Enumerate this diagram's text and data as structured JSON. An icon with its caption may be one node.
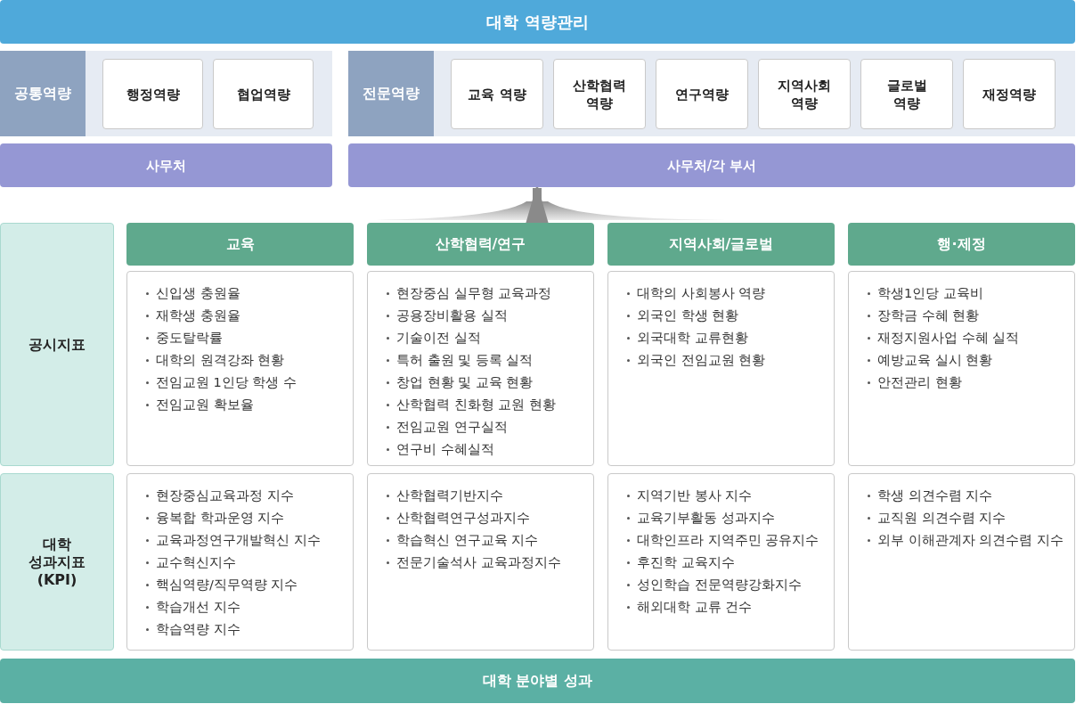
{
  "diagram": {
    "nodes": [
      {
        "text": [
          "대학 역량관리"
        ]
      },
      {
        "text": [
          "공통역량"
        ]
      },
      {
        "text": [
          "행정역량"
        ],
        "in": 1
      },
      {
        "text": [
          "협업역량"
        ],
        "in": 1
      },
      {
        "text": [
          "전문역량"
        ]
      },
      {
        "text": [
          "교육 역량"
        ],
        "in": 4
      },
      {
        "text": [
          "산학협력 역량"
        ],
        "in": 4
      },
      {
        "text": [
          "연구역량"
        ],
        "in": 4
      },
      {
        "text": [
          "지역사회 역량"
        ],
        "in": 4
      },
      {
        "text": [
          "글로벌 역량"
        ],
        "in": 4
      },
      {
        "text": [
          "재정역량"
        ],
        "in": 4
      },
      {
        "text": [
          "사무처"
        ]
      },
      {
        "text": [
          "사무처/각 부서"
        ]
      },
      {
        "text": [
          "공시지표"
        ]
      },
      {
        "text": [
          "대학 성과지표 (KPI)"
        ]
      },
      {
        "text": [
          "교육"
        ]
      },
      {
        "text": [
          "산학협력/연구"
        ]
      },
      {
        "text": [
          "지역사회/글로벌"
        ]
      },
      {
        "text": [
          "행·제정"
        ]
      },
      {
        "text": [
          "신입생 충원율",
          "재학생 충원율",
          "중도탈락률",
          "대학의 원격강좌 현황",
          "전임교원 1인당 학생 수",
          "전임교원 확보율"
        ]
      },
      {
        "text": [
          "현장중심 실무형 교육과정",
          "공용장비활용 실적",
          "기술이전 실적",
          "특허 출원 및 등록 실적",
          "창업 현황 및 교육 현황",
          "산학협력 친화형 교원 현황",
          "전임교원 연구실적",
          "연구비 수혜실적"
        ]
      },
      {
        "text": [
          "대학의 사회봉사 역량",
          "외국인 학생 현황",
          "외국대학 교류현황",
          "외국인 전임교원 현황"
        ]
      },
      {
        "text": [
          "학생1인당 교육비",
          "장학금 수혜 현황",
          "재정지원사업 수혜 실적",
          "예방교육 실시 현황",
          "안전관리 현황"
        ]
      },
      {
        "text": [
          "현장중심교육과정 지수",
          "융복합 학과운영 지수",
          "교육과정연구개발혁신 지수",
          "교수혁신지수",
          "핵심역량/직무역량 지수",
          "학습개선 지수",
          "학습역량 지수"
        ]
      },
      {
        "text": [
          "산학협력기반지수",
          "산학협력연구성과지수",
          "학습혁신 연구교육 지수",
          "전문기술석사 교육과정지수"
        ]
      },
      {
        "text": [
          "지역기반 봉사 지수",
          "교육기부활동 성과지수",
          "대학인프라 지역주민 공유지수",
          "후진학 교육지수",
          "성인학습 전문역량강화지수",
          "해외대학 교류 건수"
        ]
      },
      {
        "text": [
          "학생 의견수렴 지수",
          "교직원 의견수렴 지수",
          "외부 이해관계자 의견수렴 지수"
        ]
      },
      {
        "text": [
          "대학 분야별 성과"
        ]
      }
    ],
    "edges": [
      {
        "from": null,
        "to": 12,
        "arrow": "to"
      }
    ]
  }
}
